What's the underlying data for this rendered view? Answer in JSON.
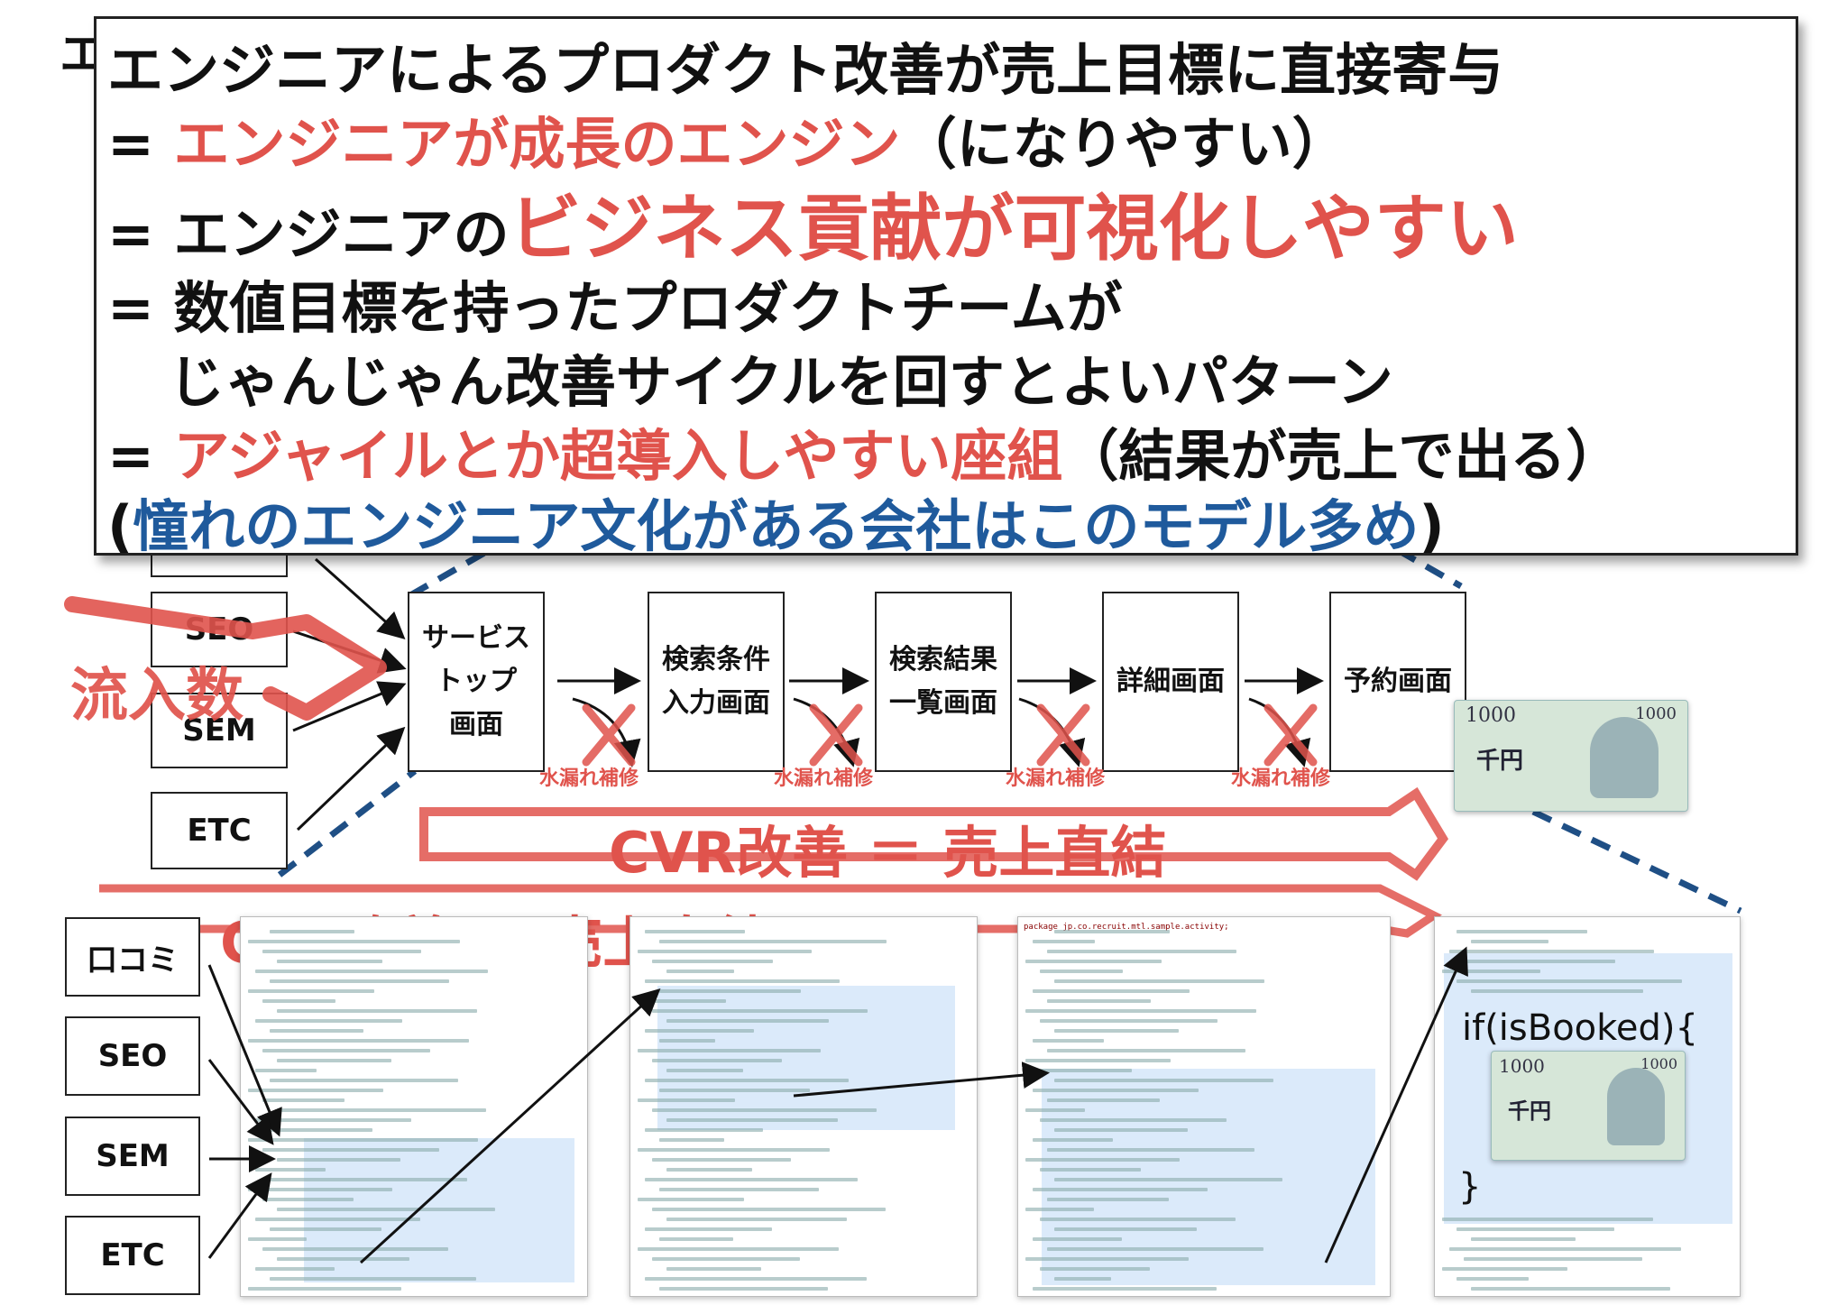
{
  "header_partial": "エ",
  "callout": {
    "line1": "エンジニアによるプロダクト改善が売上目標に直接寄与",
    "line2_prefix": "= ",
    "line2_red": "エンジニアが成長のエンジン",
    "line2_suffix": "（になりやすい）",
    "line3_prefix": "= エンジニアの",
    "line3_red": "ビジネス貢献が可視化しやすい",
    "line4": "= 数値目標を持ったプロダクトチームが",
    "line5": "じゃんじゃん改善サイクルを回すとよいパターン",
    "line6_prefix": "= ",
    "line6_red": "アジャイルとか超導入しやすい座組",
    "line6_suffix": "（結果が売上で出る）",
    "line7_open": "(",
    "line7_blue": "憧れのエンジニア文化がある会社はこのモデル多め",
    "line7_close": ")"
  },
  "top_sources": [
    "SEO",
    "SEM",
    "ETC"
  ],
  "inflow_label": "流入数",
  "funnel_steps": [
    {
      "label": "サービス\nトップ\n画面"
    },
    {
      "label": "検索条件\n入力画面"
    },
    {
      "label": "検索結果\n一覧画面"
    },
    {
      "label": "詳細画面"
    },
    {
      "label": "予約画面"
    }
  ],
  "leak_label": "水漏れ補修",
  "banknote": {
    "denomination": "1000",
    "kanji": "千円"
  },
  "cvr_label": "CVR改善 ＝ 売上直結",
  "cpa_label": "CPA改善 ＝ 売上直結",
  "bottom_sources": [
    "口コミ",
    "SEO",
    "SEM",
    "ETC"
  ],
  "code": {
    "package_line": "package jp.co.recruit.mtl.sample.activity;",
    "if_booked": "if(isBooked){",
    "close_brace": "}"
  },
  "colors": {
    "accent_red": "#e0534c",
    "accent_blue": "#1f5a9c",
    "dash_blue": "#1f4f85"
  }
}
